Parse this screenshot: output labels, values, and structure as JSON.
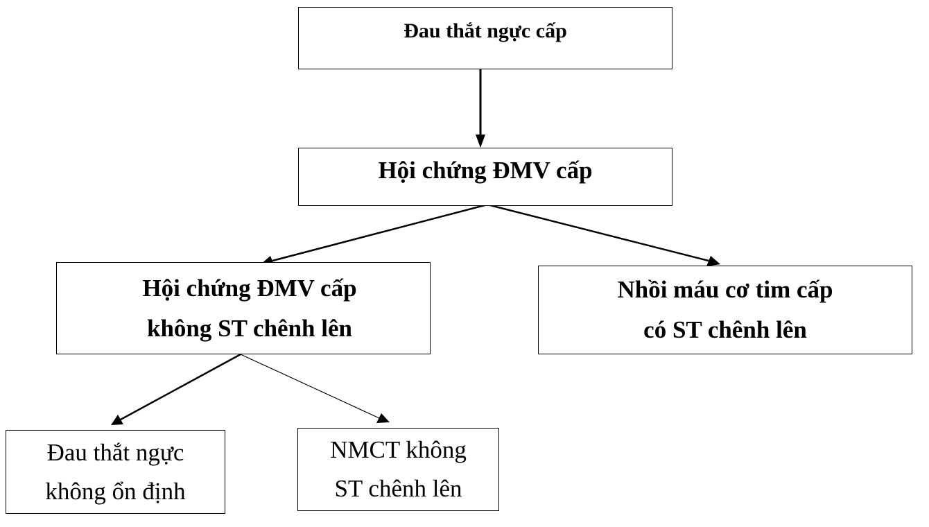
{
  "diagram": {
    "nodes": {
      "root": {
        "lines": [
          "Đau thắt ngực cấp"
        ]
      },
      "acs": {
        "lines": [
          "Hội chứng ĐMV cấp"
        ]
      },
      "nste_acs": {
        "lines": [
          "Hội chứng ĐMV cấp",
          "không ST chênh lên"
        ]
      },
      "stemi": {
        "lines": [
          "Nhồi máu cơ tim cấp",
          "có ST chênh lên"
        ]
      },
      "unstable_angina": {
        "lines": [
          "Đau thắt ngực",
          "không ổn định"
        ]
      },
      "nstemi": {
        "lines": [
          "NMCT không",
          "ST chênh lên"
        ]
      }
    },
    "edges": [
      {
        "from": "root",
        "to": "acs"
      },
      {
        "from": "acs",
        "to": "nste_acs"
      },
      {
        "from": "acs",
        "to": "stemi"
      },
      {
        "from": "nste_acs",
        "to": "unstable_angina"
      },
      {
        "from": "nste_acs",
        "to": "nstemi"
      }
    ]
  }
}
